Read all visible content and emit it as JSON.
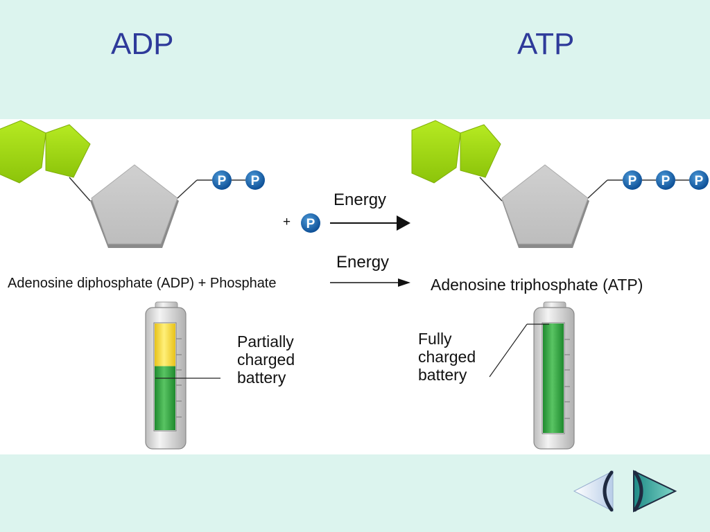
{
  "titles": {
    "left": "ADP",
    "right": "ATP"
  },
  "phosphate_glyph": "P",
  "reaction": {
    "plus": "+",
    "energy_top": "Energy",
    "energy_bottom": "Energy"
  },
  "labels": {
    "adp_phosphate": "Adenosine diphosphate (ADP) + Phosphate",
    "atp": "Adenosine triphosphate (ATP)"
  },
  "batteries": {
    "partial": {
      "label": "Partially\ncharged\nbattery",
      "charge_fraction": 0.6
    },
    "full": {
      "label": "Fully\ncharged\nbattery",
      "charge_fraction": 1.0
    }
  },
  "colors": {
    "title": "#2e3a9a",
    "hexagon": "#a2d613",
    "pentagon": "#c8c8c8",
    "phosphate": "#1560a8",
    "charge_green": "#3aa845",
    "charge_yellow": "#f5d840",
    "background": "#dcf4ee"
  },
  "navigation": {
    "prev": "previous-arrow-icon",
    "next": "next-arrow-icon"
  }
}
